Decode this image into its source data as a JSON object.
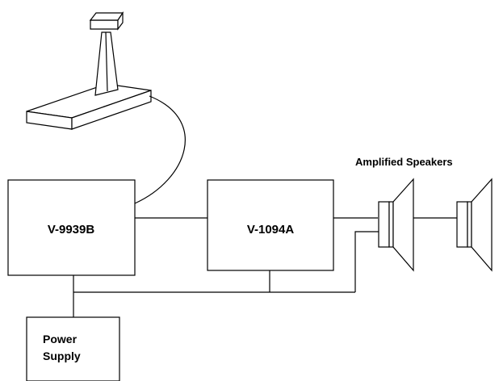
{
  "diagram": {
    "boxes": [
      {
        "id": "v9939b",
        "label": "V-9939B"
      },
      {
        "id": "v1094a",
        "label": "V-1094A"
      },
      {
        "id": "power_supply",
        "label_line1": "Power",
        "label_line2": "Supply"
      }
    ],
    "speakers_label": "Amplified Speakers",
    "colors": {
      "stroke": "#000000",
      "background": "#ffffff"
    },
    "icons": [
      "microphone-stand-icon",
      "speaker-icon"
    ]
  }
}
